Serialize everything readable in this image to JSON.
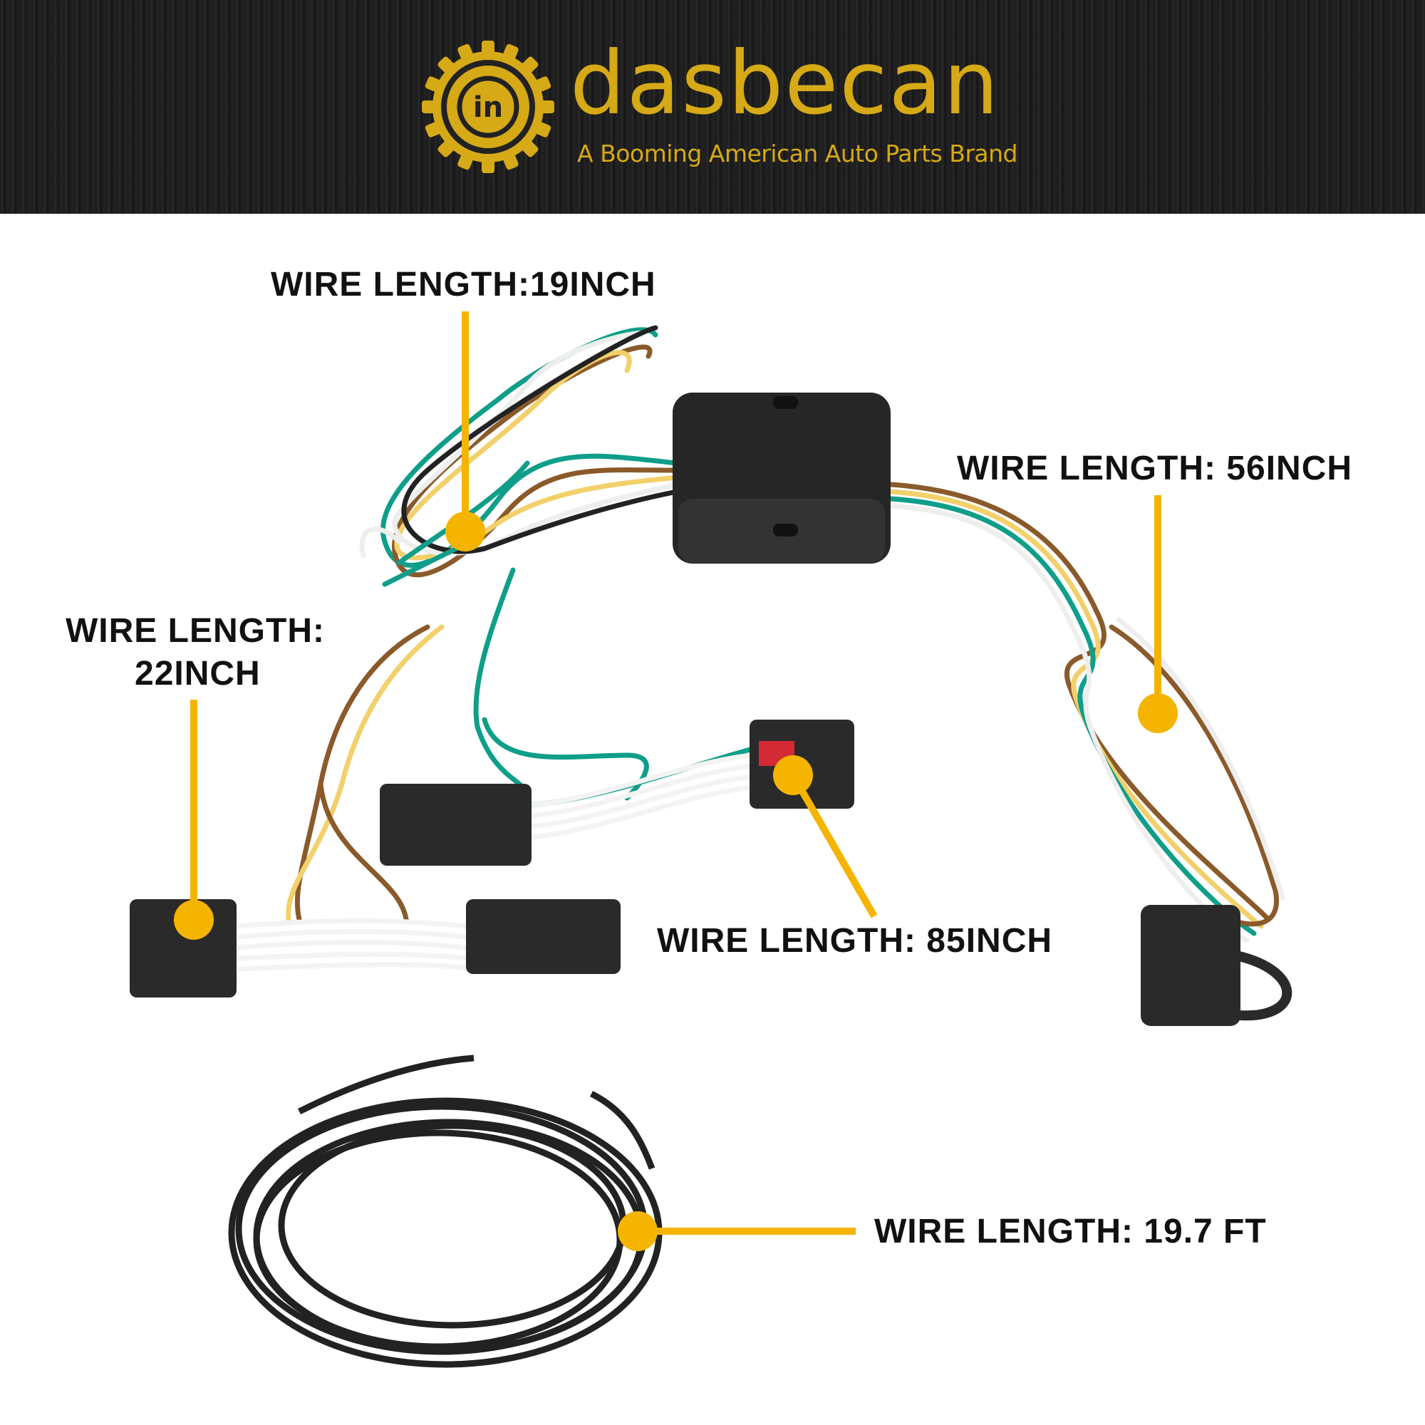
{
  "brand": {
    "name": "dasbecan",
    "tagline": "A Booming American Auto Parts Brand",
    "logo_text": "in",
    "color": "#d6a916"
  },
  "callouts": {
    "color": "#f5b400",
    "wire_19": "WIRE LENGTH:19INCH",
    "wire_56": "WIRE LENGTH: 56INCH",
    "wire_22_line1": "WIRE LENGTH:",
    "wire_22_line2": "22INCH",
    "wire_85": "WIRE LENGTH: 85INCH",
    "wire_19_7": "WIRE LENGTH: 19.7 FT"
  }
}
